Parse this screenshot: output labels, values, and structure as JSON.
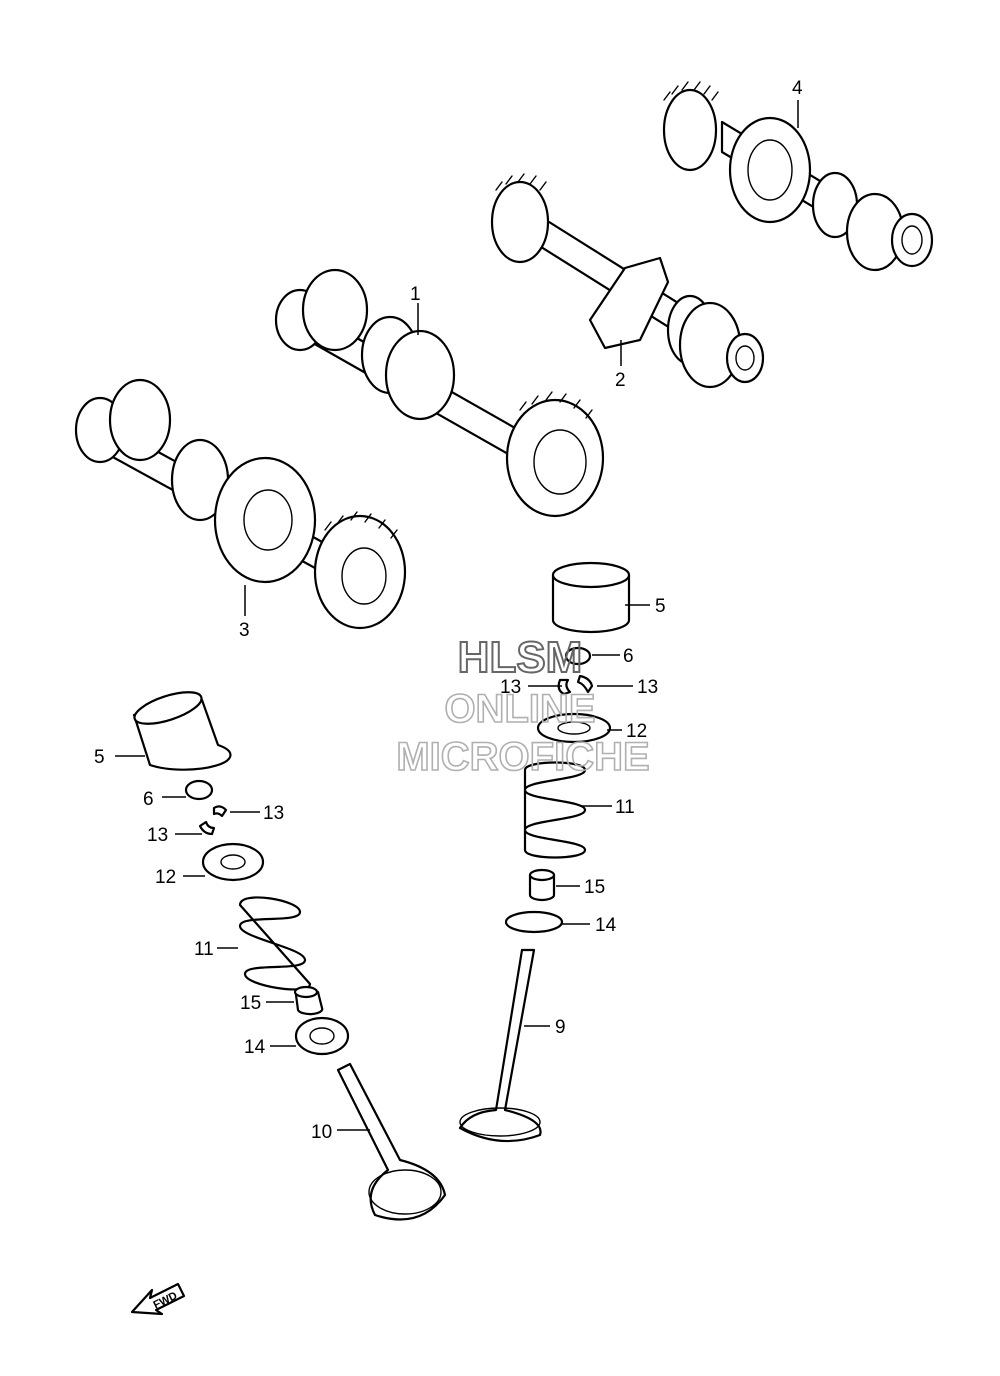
{
  "watermark": {
    "line1": "HLSM",
    "line2": "ONLINE",
    "line3": "MICROFICHE",
    "color": "#b0b0b0"
  },
  "callouts": {
    "c1": "1",
    "c2": "2",
    "c3": "3",
    "c4": "4",
    "c5_right": "5",
    "c6_right": "6",
    "c13_right_a": "13",
    "c13_right_b": "13",
    "c12_right": "12",
    "c11_right": "11",
    "c15_right": "15",
    "c14_right": "14",
    "c9": "9",
    "c5_left": "5",
    "c6_left": "6",
    "c13_left_a": "13",
    "c13_left_b": "13",
    "c12_left": "12",
    "c11_left": "11",
    "c15_left": "15",
    "c14_left": "14",
    "c10": "10"
  },
  "direction_arrow": {
    "label": "FWD"
  }
}
